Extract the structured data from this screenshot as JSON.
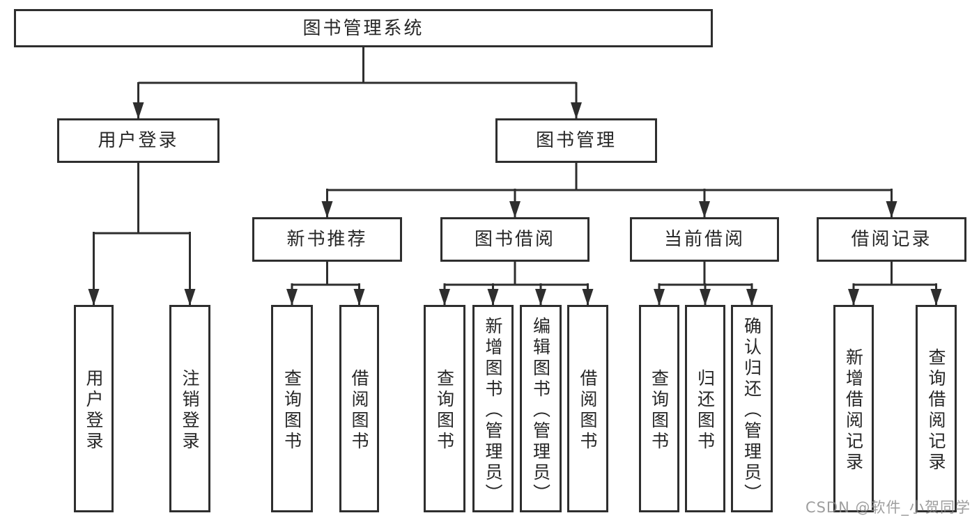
{
  "colors": {
    "line": "#2e2e2e",
    "box_border": "#2e2e2e",
    "text": "#262626",
    "background": "#ffffff",
    "watermark": "#898989"
  },
  "watermark": "CSDN @软件_小贺同学",
  "tree": {
    "root": {
      "label": "图书管理系统",
      "children": [
        {
          "label": "用户登录",
          "children": [
            {
              "label": "用户登录"
            },
            {
              "label": "注销登录"
            }
          ]
        },
        {
          "label": "图书管理",
          "children": [
            {
              "label": "新书推荐",
              "children": [
                {
                  "label": "查询图书"
                },
                {
                  "label": "借阅图书"
                }
              ]
            },
            {
              "label": "图书借阅",
              "children": [
                {
                  "label": "查询图书"
                },
                {
                  "label": "新增图书（管理员）"
                },
                {
                  "label": "编辑图书（管理员）"
                },
                {
                  "label": "借阅图书"
                }
              ]
            },
            {
              "label": "当前借阅",
              "children": [
                {
                  "label": "查询图书"
                },
                {
                  "label": "归还图书"
                },
                {
                  "label": "确认归还（管理员）"
                }
              ]
            },
            {
              "label": "借阅记录",
              "children": [
                {
                  "label": "新增借阅记录"
                },
                {
                  "label": "查询借阅记录"
                }
              ]
            }
          ]
        }
      ]
    }
  }
}
